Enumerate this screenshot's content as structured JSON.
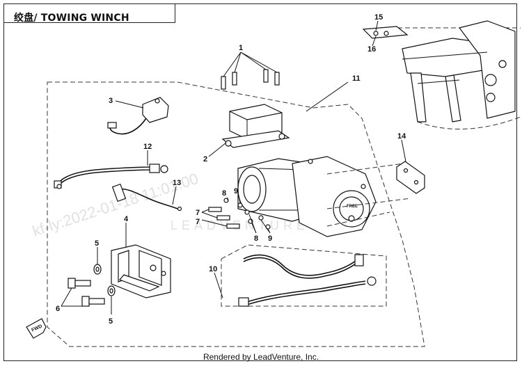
{
  "title": "绞盘/ TOWING WINCH",
  "footer": "Rendered by LeadVenture, Inc.",
  "watermarks": [
    "kf-ly:2022-01-18 11:01:00",
    "LEADVENTURE"
  ],
  "callouts": {
    "c1": "1",
    "c2": "2",
    "c3": "3",
    "c4": "4",
    "c5a": "5",
    "c5b": "5",
    "c6": "6",
    "c7a": "7",
    "c7b": "7",
    "c8a": "8",
    "c8b": "8",
    "c9a": "9",
    "c9b": "9",
    "c10": "10",
    "c11": "11",
    "c12": "12",
    "c13": "13",
    "c14": "14",
    "c15": "15",
    "c16": "16"
  },
  "fwd_label": "FWD",
  "drum_label": "FREE"
}
